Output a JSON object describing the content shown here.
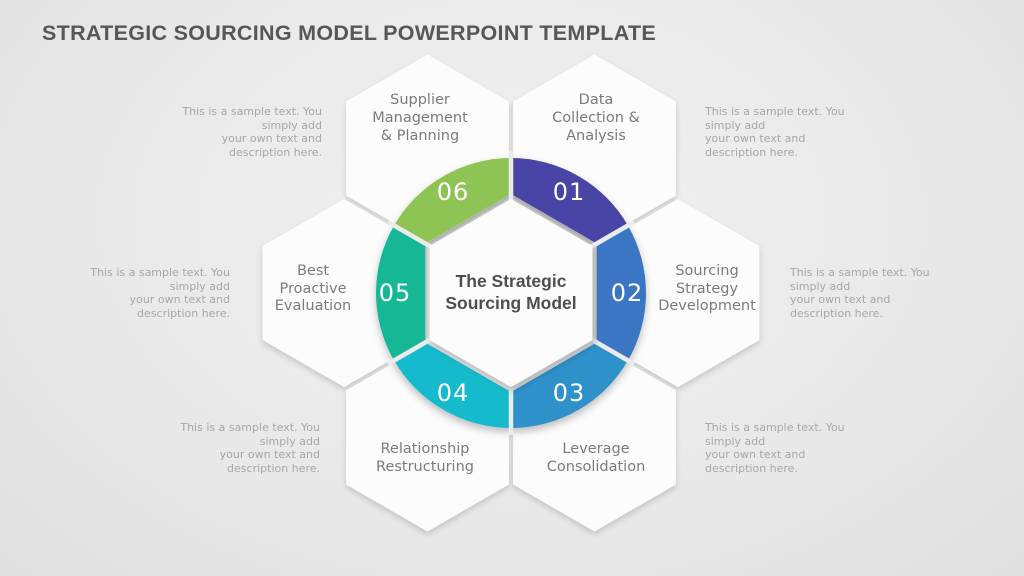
{
  "title": "STRATEGIC SOURCING MODEL POWERPOINT TEMPLATE",
  "center_label": "The Strategic\nSourcing Model",
  "sample_text": "This is a sample text. You\nsimply add\nyour own text and\ndescription here.",
  "steps": [
    {
      "number": "01",
      "label": "Data\nCollection &\nAnalysis",
      "color": "#4A44A7"
    },
    {
      "number": "02",
      "label": "Sourcing\nStrategy\nDevelopment",
      "color": "#3A76C4"
    },
    {
      "number": "03",
      "label": "Leverage\nConsolidation",
      "color": "#2F91CA"
    },
    {
      "number": "04",
      "label": "Relationship\nRestructuring",
      "color": "#17BACD"
    },
    {
      "number": "05",
      "label": "Best\nProactive\nEvaluation",
      "color": "#15B795"
    },
    {
      "number": "06",
      "label": "Supplier\nManagement\n& Planning",
      "color": "#8DC453"
    }
  ],
  "colors": {
    "background": "#E9E9E9",
    "hexagon_fill": "#FCFCFC",
    "seam": "#EBEBEB",
    "title_text": "#575757",
    "label_text": "#7B7B7B",
    "center_text": "#4E4E4E",
    "sample_text": "#A7A7A7",
    "number_text": "#FFFFFF"
  }
}
